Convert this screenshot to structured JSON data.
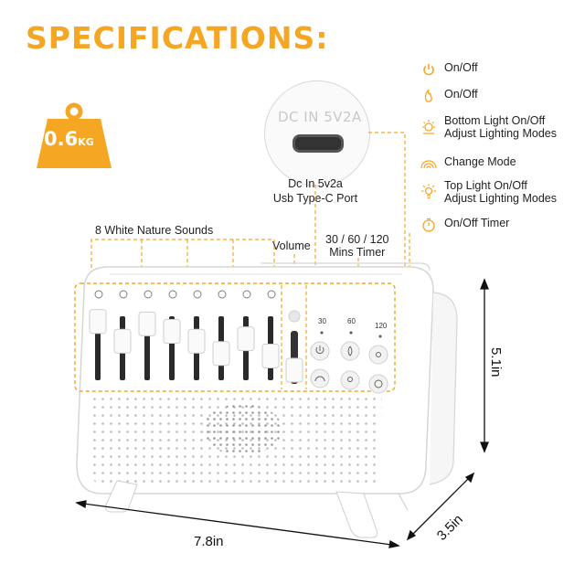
{
  "title": "SPECIFICATIONS:",
  "weight": {
    "value": "0.6",
    "unit": "KG"
  },
  "port": {
    "engraving": "DC IN 5V2A",
    "caption": "Dc In 5v2a\nUsb Type-C Port"
  },
  "specs": [
    {
      "icon": "power-icon",
      "label": "On/Off"
    },
    {
      "icon": "flame-icon",
      "label": "On/Off"
    },
    {
      "icon": "bottom-light-icon",
      "label": "Bottom Light On/Off\nAdjust Lighting Modes"
    },
    {
      "icon": "rainbow-icon",
      "label": "Change Mode"
    },
    {
      "icon": "top-light-icon",
      "label": "Top Light On/Off\nAdjust Lighting Modes"
    },
    {
      "icon": "timer-icon",
      "label": "On/Off Timer"
    }
  ],
  "labels": {
    "sounds": "8 White Nature Sounds",
    "volume": "Volume",
    "timer": "30 / 60 / 120\nMins Timer"
  },
  "timer_marks": [
    "30",
    "60",
    "120"
  ],
  "sliders": {
    "levels": [
      0.95,
      0.55,
      0.9,
      0.75,
      0.55,
      0.3,
      0.6,
      0.25
    ]
  },
  "volume_level": 0.25,
  "dimensions": {
    "width": "7.8in",
    "depth": "3.5in",
    "height": "5.1in"
  },
  "colors": {
    "accent": "#f5a623",
    "device": "#ffffff",
    "line": "#f5a623"
  }
}
